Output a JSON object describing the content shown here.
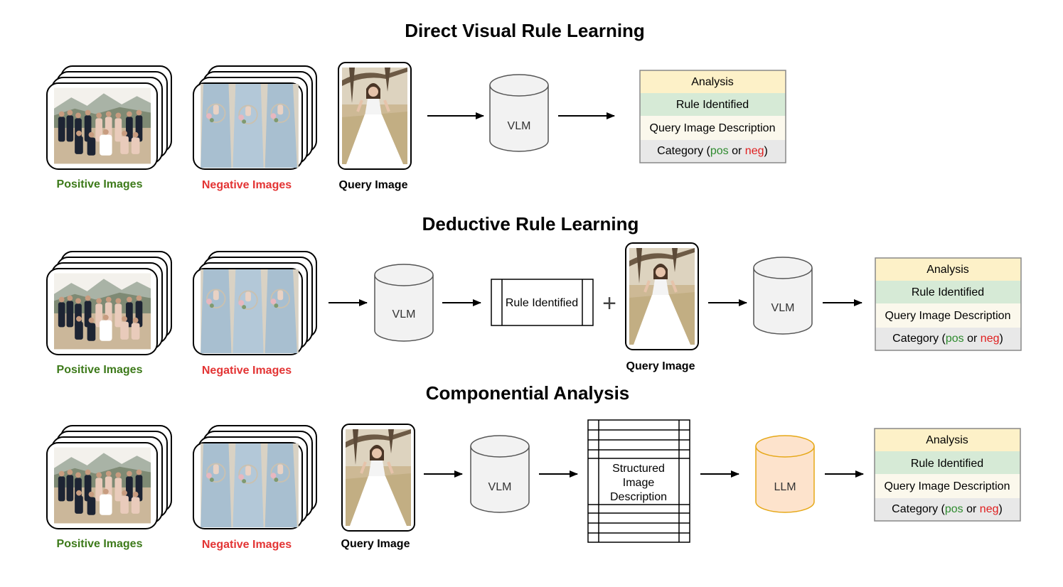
{
  "sections": {
    "direct": {
      "title": "Direct Visual Rule Learning"
    },
    "deductive": {
      "title": "Deductive Rule Learning"
    },
    "componential": {
      "title": "Componential Analysis"
    }
  },
  "labels": {
    "positive": "Positive Images",
    "negative": "Negative Images",
    "query": "Query Image"
  },
  "models": {
    "vlm": "VLM",
    "llm": "LLM"
  },
  "output_table": {
    "analysis": "Analysis",
    "rule": "Rule Identified",
    "description": "Query Image Description",
    "category_prefix": "Category (",
    "pos": "pos",
    "or": " or ",
    "neg": "neg",
    "category_suffix": ")"
  },
  "rule_box": "Rule Identified",
  "plus": "+",
  "structured": {
    "line1": "Structured",
    "line2": "Image",
    "line3": "Description"
  },
  "colors": {
    "analysis_bg": "#fdf1c8",
    "rule_bg": "#d6ead6",
    "description_bg": "#fbf8ec",
    "category_bg": "#e8e8e8",
    "vlm_fill": "#f2f2f2",
    "llm_fill": "#fde3cc",
    "llm_stroke": "#e6a817",
    "positive": "#3d7a1a",
    "negative": "#e33434"
  }
}
